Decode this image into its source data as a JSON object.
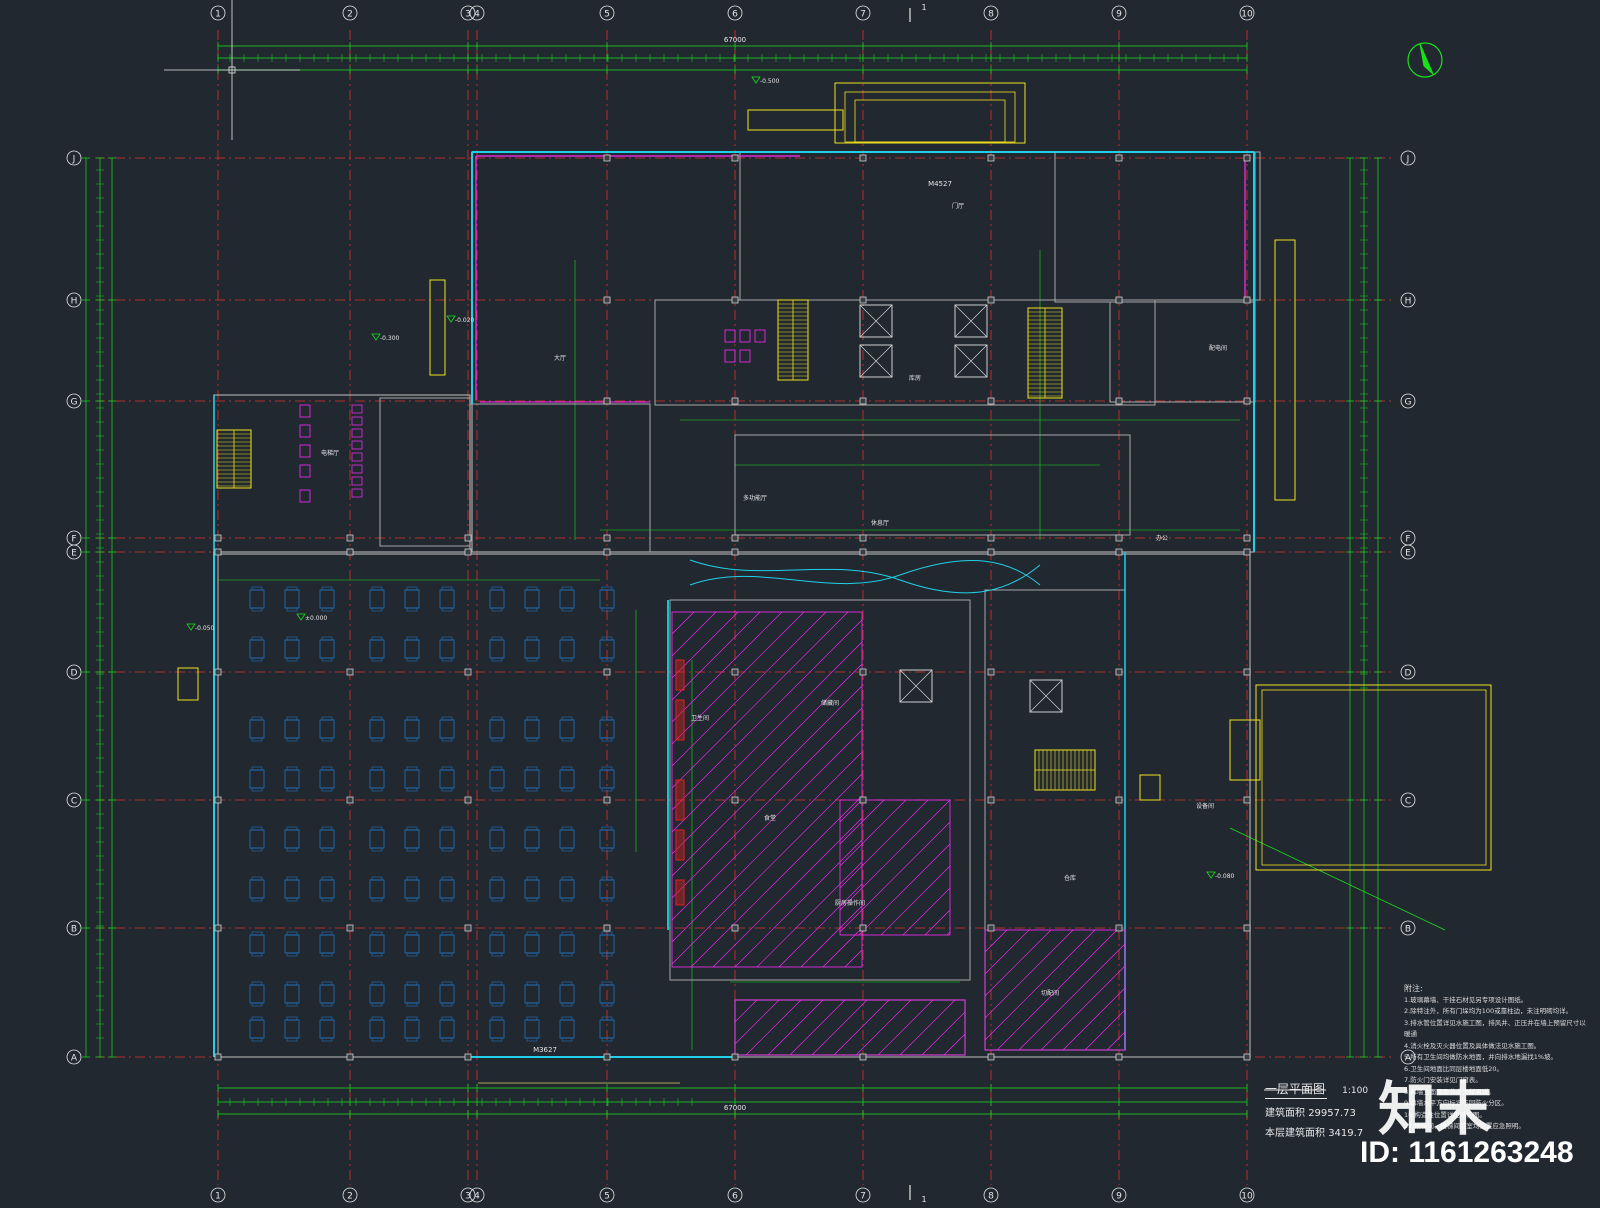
{
  "drawing": {
    "title": "一层平面图",
    "scale": "1:100",
    "total_area_label": "建筑面积",
    "total_area_value": "29957.73",
    "floor_area_label": "本层建筑面积",
    "floor_area_value": "3419.7",
    "notes_heading": "附注:",
    "notes": [
      "1.玻璃幕墙、干挂石材见另专项设计图纸。",
      "2.除特注外，所有门垛均为100或靠柱边，未注明砌均详。",
      "3.排水管位置详见水施工图，排风井、正压井在墙上预留尺寸以暖通",
      "4.消火栓及灭火器位置及具体做法见水施工图。",
      "5.所有卫生间均做防水地面，并向排水地漏找1%坡。",
      "6.卫生间地面比同层楼地面低20。",
      "7.防火门安装详见门窗表。",
      "8.幕墙立面图及节点大样另详。",
      "9.幕墙水平方向标识不同防火分区。",
      "10.构造柱位置详见结构图。",
      "11.楼梯间、楼梯间前室均设置应急照明。"
    ],
    "axes_columns": [
      "1",
      "2",
      "3",
      "4",
      "5",
      "6",
      "7",
      "8",
      "9",
      "10"
    ],
    "axes_rows": [
      "J",
      "H",
      "G",
      "F",
      "E",
      "D",
      "C",
      "B",
      "A"
    ],
    "total_dimension": "67000",
    "section_mark": "1",
    "door_labels": [
      "M4527",
      "M3627"
    ],
    "room_labels": [
      "门厅",
      "大厅",
      "休息厅",
      "多功能厅",
      "办公",
      "配电间",
      "库房",
      "电梯厅",
      "卫生间",
      "储藏间",
      "食堂",
      "厨房操作间",
      "切配间",
      "仓库",
      "设备间"
    ],
    "elevations": [
      "±0.000",
      "-0.300",
      "-0.020",
      "-0.050",
      "-0.500",
      "-0.080"
    ]
  },
  "overlay": {
    "logo_text": "知末",
    "id_text": "ID: 1161263248"
  },
  "colors": {
    "background": "#212830",
    "axis_line": "#e0302a",
    "wall": "#a8a8a8",
    "curtain_wall": "#20d0e8",
    "dimension": "#18e01a",
    "furniture": "#1f7fd6",
    "fixture": "#ff2bff",
    "stair": "#f0e020",
    "column": "#d0d0d0"
  }
}
